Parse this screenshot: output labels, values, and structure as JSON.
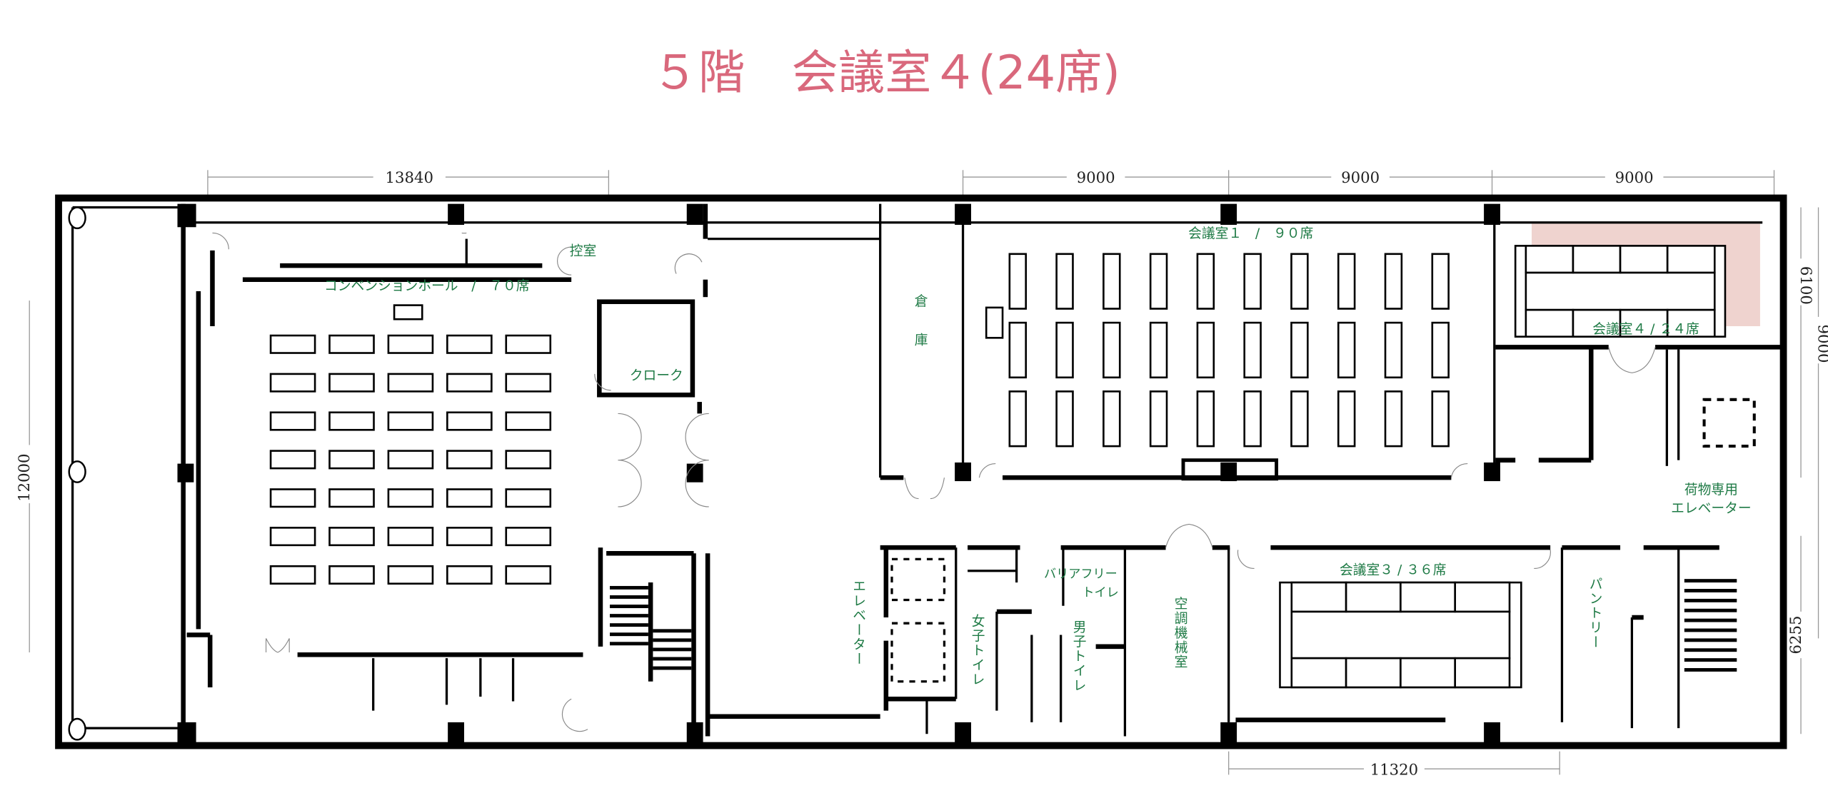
{
  "title": "５階　会議室４(24席)",
  "colors": {
    "title": "#d9687c",
    "label": "#1e7a45",
    "highlight": "#efd3cf",
    "wall": "#000000"
  },
  "highlighted_room": "会議室４",
  "dimensions": {
    "top_left": "13840",
    "top_1": "9000",
    "top_2": "9000",
    "top_3": "9000",
    "right_upper": "6100",
    "right_total": "9000",
    "right_lower": "6255",
    "left": "12000",
    "bottom": "11320"
  },
  "rooms": {
    "hikaeshitsu": "控室",
    "convention_hall": "コンベンションホール　/　７０席",
    "cloak": "クローク",
    "storage": "倉庫",
    "meeting1": "会議室１　/　９０席",
    "meeting4": "会議室４ / ２４席",
    "freight_elevator_1": "荷物専用",
    "freight_elevator_2": "エレベーター",
    "meeting3": "会議室３ / ３６席",
    "elevator": "エレベーター",
    "womens_toilet": "女子トイレ",
    "mens_toilet": "男子トイレ",
    "barrier_free_1": "バリアフリー",
    "barrier_free_2": "トイレ",
    "mechanical_room": "空調機械室",
    "pantry": "パントリー"
  }
}
